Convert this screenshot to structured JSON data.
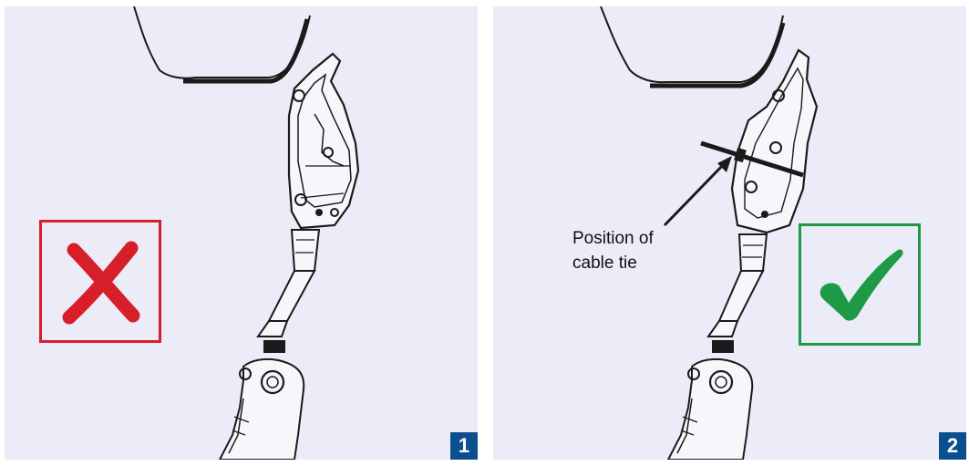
{
  "colors": {
    "panel_bg": "#ecebf8",
    "badge_bg": "#0c4f8f",
    "wrong": "#d71f2a",
    "correct": "#1e9a46",
    "line": "#1a1a1a"
  },
  "panels": [
    {
      "number": "1",
      "mark": "cross-icon"
    },
    {
      "number": "2",
      "mark": "checkmark-icon"
    }
  ],
  "annotation": {
    "line1": "Position of",
    "line2": "cable tie"
  }
}
